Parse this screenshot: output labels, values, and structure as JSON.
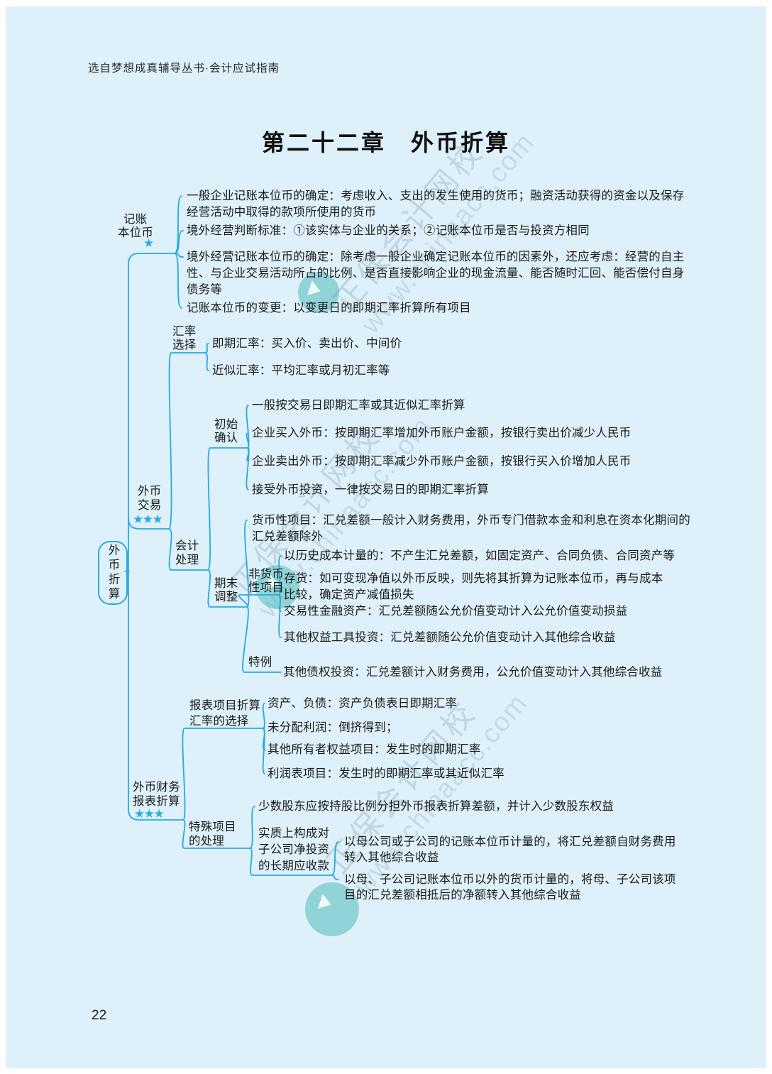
{
  "page": {
    "header": "选自梦想成真辅导丛书·会计应试指南",
    "title": "第二十二章　外币折算",
    "page_number": "22",
    "watermark": {
      "name_text": "正保会计网校",
      "url_text": "www.chinaacc.com"
    }
  },
  "colors": {
    "page_bg": "#def0f9",
    "line": "#29a9e0",
    "star": "#29abe2",
    "text": "#1b1b1b"
  },
  "mm": {
    "root": "外币折算",
    "b1": {
      "label": [
        "记账",
        "本位币"
      ],
      "stars": "★",
      "c1": [
        "一般企业记账本位币的确定：考虑收入、支出的发生使用的货币；融资活动获得的资金以及保存",
        "经营活动中取得的款项所使用的货币"
      ],
      "c2": [
        "境外经营判断标准：①该实体与企业的关系；②记账本位币是否与投资方相同"
      ],
      "c3": [
        "境外经营记账本位币的确定：除考虑一般企业确定记账本位币的因素外，还应考虑：经营的自主",
        "性、与企业交易活动所占的比例、是否直接影响企业的现金流量、能否随时汇回、能否偿付自身",
        "债务等"
      ],
      "c4": [
        "记账本位币的变更：以变更日的即期汇率折算所有项目"
      ]
    },
    "b2": {
      "label": [
        "外币",
        "交易"
      ],
      "stars": "★★★",
      "rate": {
        "label": [
          "汇率",
          "选择"
        ],
        "c1": [
          "即期汇率：买入价、卖出价、中间价"
        ],
        "c2": [
          "近似汇率：平均汇率或月初汇率等"
        ]
      },
      "acct": {
        "label": [
          "会计",
          "处理"
        ],
        "init": {
          "label": [
            "初始",
            "确认"
          ],
          "c1": [
            "一般按交易日即期汇率或其近似汇率折算"
          ],
          "c2": [
            "企业买入外币：按即期汇率增加外币账户金额，按银行卖出价减少人民币"
          ],
          "c3": [
            "企业卖出外币：按即期汇率减少外币账户金额，按银行买入价增加人民币"
          ],
          "c4": [
            "接受外币投资，一律按交易日的即期汇率折算"
          ]
        },
        "adj": {
          "label": [
            "期末",
            "调整"
          ],
          "c1": [
            "货币性项目：汇兑差额一般计入财务费用，外币专门借款本金和利息在资本化期间的",
            "汇兑差额除外"
          ],
          "nonmon": {
            "label": [
              "非货币",
              "性项目"
            ],
            "c1": [
              "以历史成本计量的：不产生汇兑差额，如固定资产、合同负债、合同资产等"
            ],
            "c2": [
              "存货：如可变现净值以外币反映，则先将其折算为记账本位币，再与成本",
              "比较，确定资产减值损失"
            ],
            "c3": [
              "交易性金融资产：汇兑差额随公允价值变动计入公允价值变动损益"
            ],
            "c4": [
              "其他权益工具投资：汇兑差额随公允价值变动计入其他综合收益"
            ]
          },
          "special": {
            "label": [
              "特例"
            ],
            "c1": [
              "其他债权投资：汇兑差额计入财务费用，公允价值变动计入其他综合收益"
            ]
          }
        }
      }
    },
    "b3": {
      "label": [
        "外币财务",
        "报表折算"
      ],
      "stars": "★★★",
      "rates": {
        "label": [
          "报表项目折算",
          "汇率的选择"
        ],
        "c1": [
          "资产、负债：资产负债表日即期汇率"
        ],
        "c2": [
          "未分配利润：倒挤得到；"
        ],
        "c3": [
          "其他所有者权益项目：发生时的即期汇率"
        ],
        "c4": [
          "利润表项目：发生时的即期汇率或其近似汇率"
        ]
      },
      "special": {
        "label": [
          "特殊项目",
          "的处理"
        ],
        "c1": [
          "少数股东应按持股比例分担外币报表折算差额，并计入少数股东权益"
        ],
        "lr": {
          "label": [
            "实质上构成对",
            "子公司净投资",
            "的长期应收款"
          ],
          "c1": [
            "以母公司或子公司的记账本位币计量的，将汇兑差额自财务费用",
            "转入其他综合收益"
          ],
          "c2": [
            "以母、子公司记账本位币以外的货币计量的，将母、子公司该项",
            "目的汇兑差额相抵后的净额转入其他综合收益"
          ]
        }
      }
    }
  }
}
